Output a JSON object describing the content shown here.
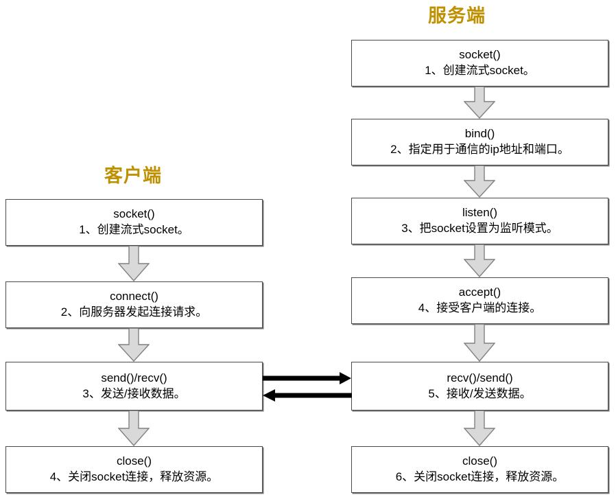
{
  "diagram": {
    "title_color": "#bf9000",
    "box_border_color": "#4a4a4a",
    "arrow_fill": "#d9d9d9",
    "arrow_stroke": "#808080",
    "exchange_arrow_color": "#000000",
    "columns": {
      "client": {
        "title": "客户端",
        "steps": [
          {
            "fn": "socket()",
            "desc": "1、创建流式socket。"
          },
          {
            "fn": "connect()",
            "desc": "2、向服务器发起连接请求。"
          },
          {
            "fn": "send()/recv()",
            "desc": "3、发送/接收数据。"
          },
          {
            "fn": "close()",
            "desc": "4、关闭socket连接，释放资源。"
          }
        ]
      },
      "server": {
        "title": "服务端",
        "steps": [
          {
            "fn": "socket()",
            "desc": "1、创建流式socket。"
          },
          {
            "fn": "bind()",
            "desc": "2、指定用于通信的ip地址和端口。"
          },
          {
            "fn": "listen()",
            "desc": "3、把socket设置为监听模式。"
          },
          {
            "fn": "accept()",
            "desc": "4、接受客户端的连接。"
          },
          {
            "fn": "recv()/send()",
            "desc": "5、接收/发送数据。"
          },
          {
            "fn": "close()",
            "desc": "6、关闭socket连接，释放资源。"
          }
        ]
      }
    },
    "exchange": {
      "to_server_label": "",
      "to_client_label": ""
    }
  }
}
